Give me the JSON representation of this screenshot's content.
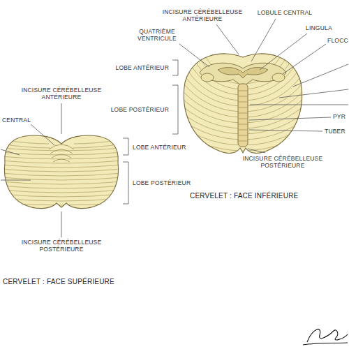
{
  "diagram": {
    "labels": [
      "INCISURE CÉRÉBELLEUSE ANTÉRIEURE",
      "LOBULE CENTRAL",
      "QUATRIÈME VENTRICULE",
      "LINGULA",
      "FLOCC",
      "LOBE ANTÉRIEUR",
      "LOBE POSTÉRIEUR",
      "PYR",
      "TUBER",
      "INCISURE CÉRÉBELLEUSE POSTÉRIEURE",
      "CERVELET : FACE INFÉRIEURE",
      "INCISURE CÉRÉBELLEUSE ANTÉRIEURE",
      "CENTRAL",
      "LOBE ANTÉRIEUR",
      "LOBE POSTÉRIEUR",
      "INCISURE CÉRÉBELLEUSE POSTÉRIEURE",
      "CERVELET : FACE SUPÉRIEURE"
    ]
  }
}
